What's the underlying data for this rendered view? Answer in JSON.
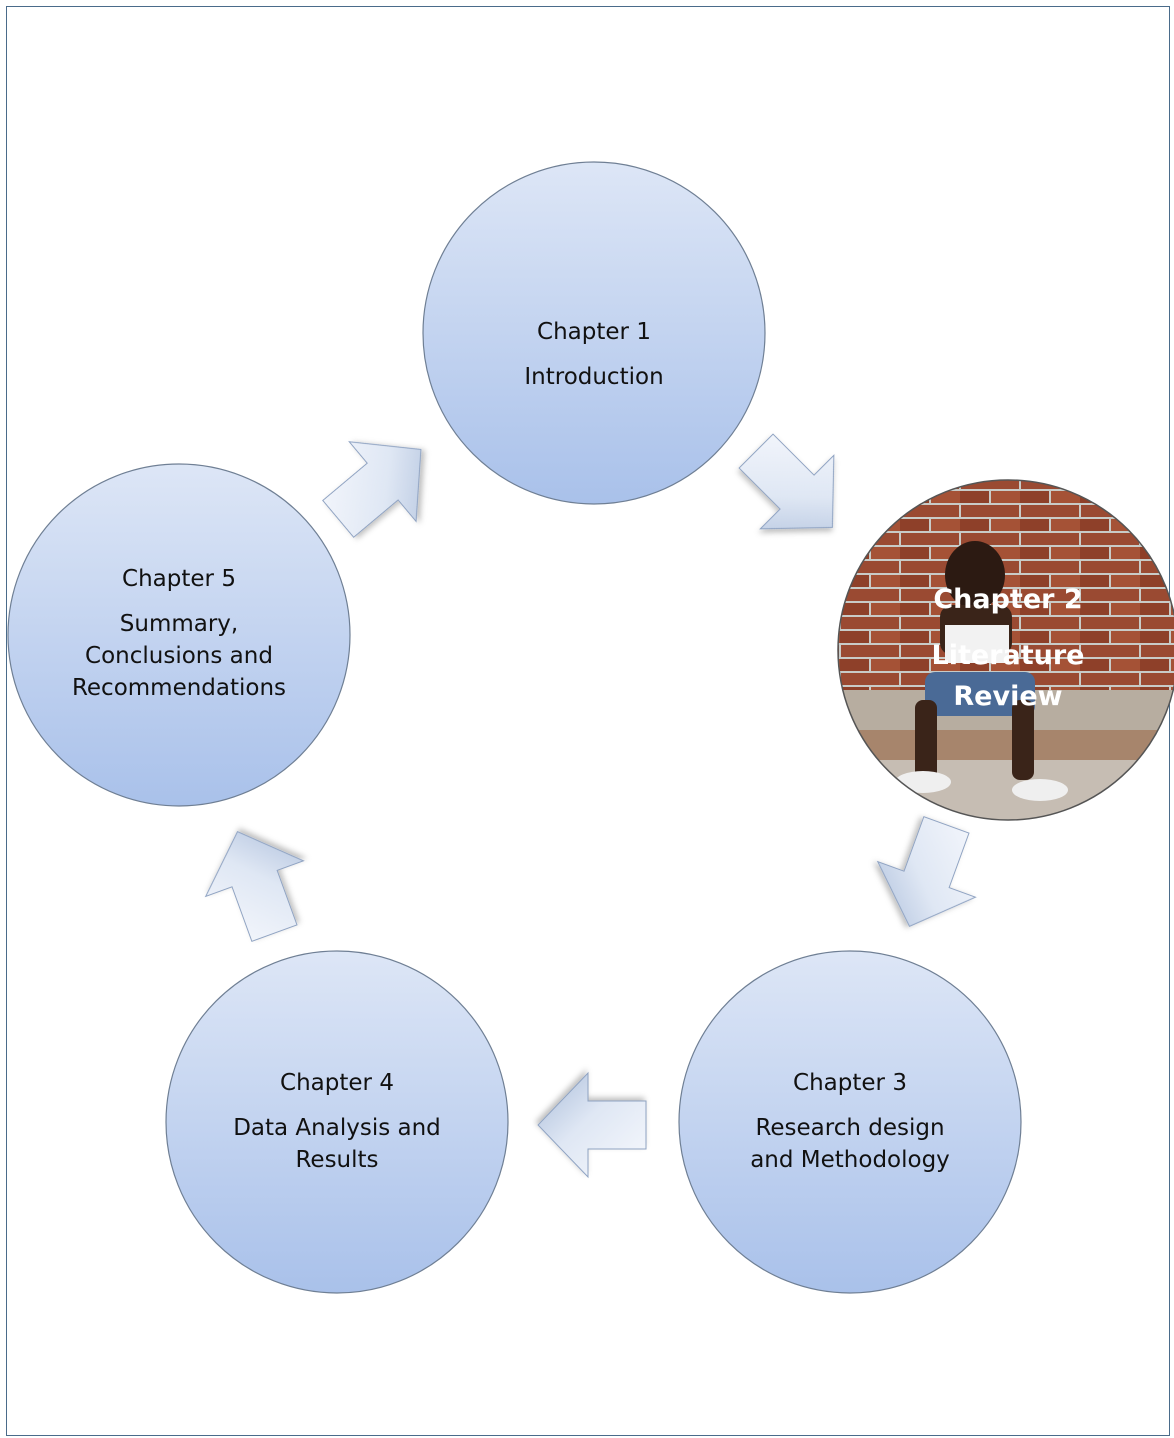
{
  "diagram": {
    "type": "cycle",
    "nodes": [
      {
        "id": "ch1",
        "lines": [
          "Chapter 1",
          "Introduction"
        ]
      },
      {
        "id": "ch2",
        "lines": [
          "Chapter 2",
          "Literature",
          "Review"
        ],
        "background": "photo-of-child-sitting-against-brick-wall"
      },
      {
        "id": "ch3",
        "lines": [
          "Chapter 3",
          "Research design",
          "and Methodology"
        ]
      },
      {
        "id": "ch4",
        "lines": [
          "Chapter 4",
          "Data Analysis and",
          "Results"
        ]
      },
      {
        "id": "ch5",
        "lines": [
          "Chapter 5",
          "Summary,",
          "Conclusions and",
          "Recommendations"
        ]
      }
    ],
    "arrows": [
      {
        "from": "ch1",
        "to": "ch2"
      },
      {
        "from": "ch2",
        "to": "ch3"
      },
      {
        "from": "ch3",
        "to": "ch4"
      },
      {
        "from": "ch4",
        "to": "ch5"
      },
      {
        "from": "ch5",
        "to": "ch1"
      }
    ],
    "colors": {
      "circle_top": "#dde6f6",
      "circle_bottom": "#a9c1ea",
      "circle_stroke": "#6f7f94",
      "arrow_light": "#f4f7fc",
      "arrow_dark": "#a9bcd9",
      "frame": "#4a6b8a",
      "brick": "#9a4a32"
    }
  }
}
